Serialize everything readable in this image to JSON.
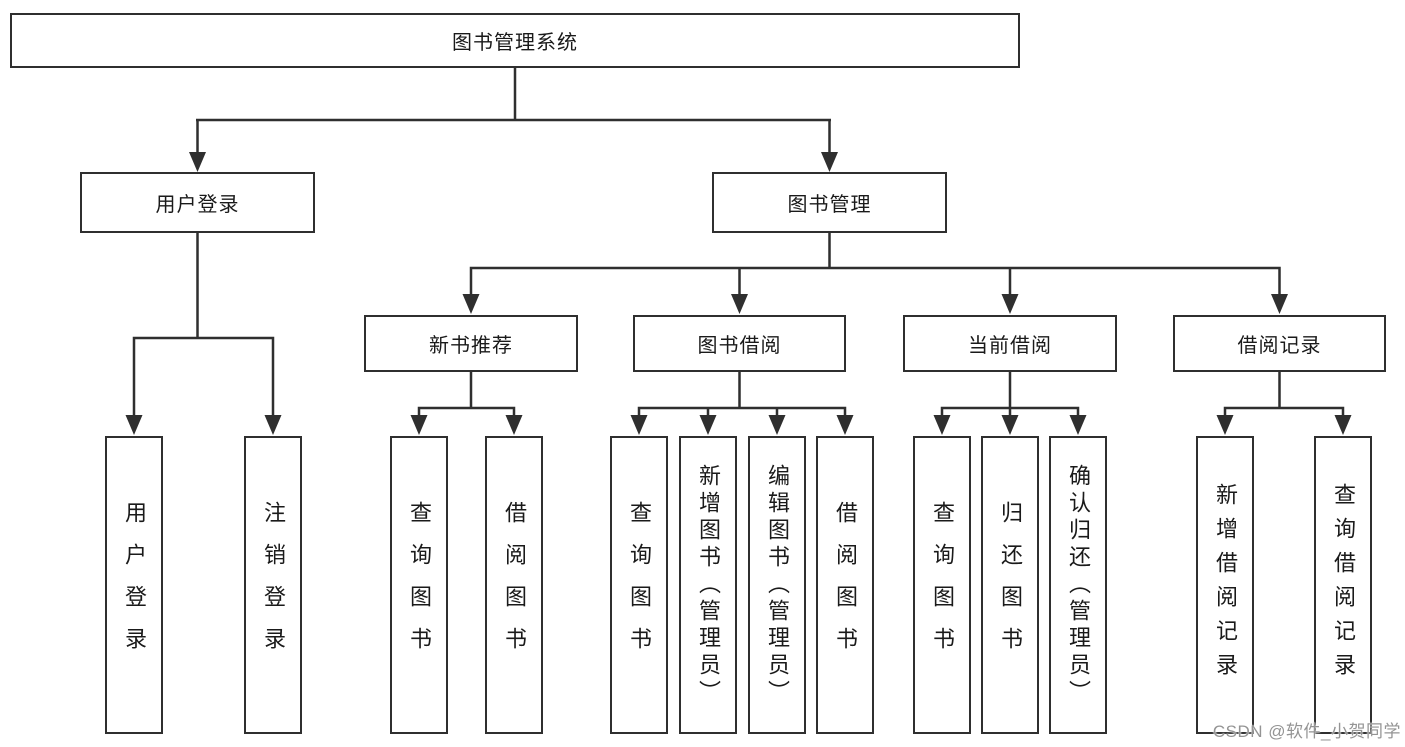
{
  "diagram": {
    "root": {
      "label": "图书管理系统",
      "children": [
        {
          "label": "用户登录",
          "children": [
            {
              "label": "用户登录"
            },
            {
              "label": "注销登录"
            }
          ]
        },
        {
          "label": "图书管理",
          "children": [
            {
              "label": "新书推荐",
              "children": [
                {
                  "label": "查询图书"
                },
                {
                  "label": "借阅图书"
                }
              ]
            },
            {
              "label": "图书借阅",
              "children": [
                {
                  "label": "查询图书"
                },
                {
                  "label": "新增图书（管理员）"
                },
                {
                  "label": "编辑图书（管理员）"
                },
                {
                  "label": "借阅图书"
                }
              ]
            },
            {
              "label": "当前借阅",
              "children": [
                {
                  "label": "查询图书"
                },
                {
                  "label": "归还图书"
                },
                {
                  "label": "确认归还（管理员）"
                }
              ]
            },
            {
              "label": "借阅记录",
              "children": [
                {
                  "label": "新增借阅记录"
                },
                {
                  "label": "查询借阅记录"
                }
              ]
            }
          ]
        }
      ]
    }
  },
  "watermark": {
    "text": "CSDN @软件_小贺同学"
  },
  "colors": {
    "line": "#2f2f2f",
    "box_border": "#2f2f2f",
    "text": "#1a1a1a",
    "watermark_gray": "#949494",
    "background": "#ffffff"
  }
}
